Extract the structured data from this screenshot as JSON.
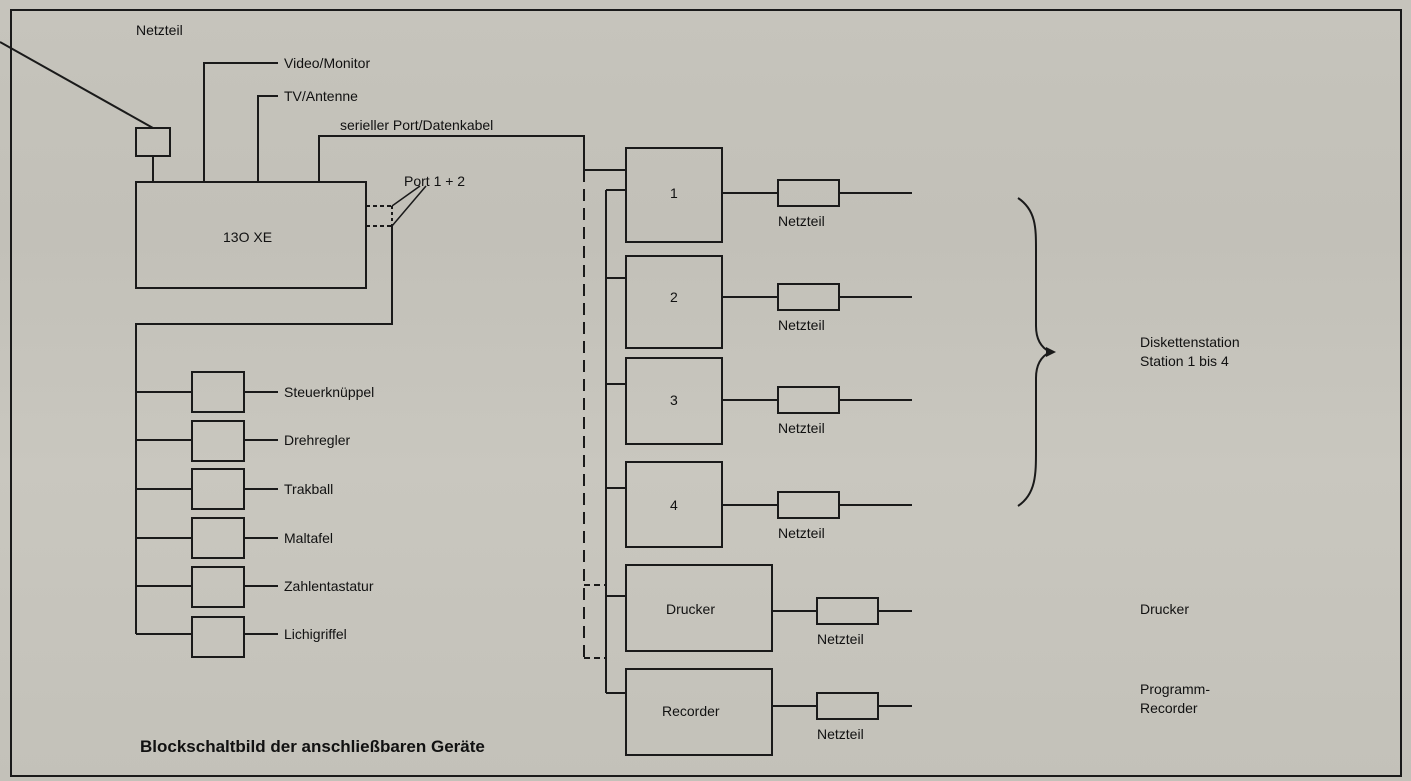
{
  "diagram": {
    "caption": "Blockschaltbild der anschließbaren Geräte",
    "top_labels": {
      "netzteil": "Netzteil",
      "video": "Video/Monitor",
      "tv": "TV/Antenne",
      "serial": "serieller Port/Datenkabel",
      "ports": "Port 1 + 2"
    },
    "computer_label": "13O XE",
    "port_devices": [
      {
        "label": "Steuerknüppel"
      },
      {
        "label": "Drehregler"
      },
      {
        "label": "Trakball"
      },
      {
        "label": "Maltafel"
      },
      {
        "label": "Zahlentastatur"
      },
      {
        "label": "Lichigriffel"
      }
    ],
    "drives": [
      {
        "label": "1",
        "psu": "Netzteil"
      },
      {
        "label": "2",
        "psu": "Netzteil"
      },
      {
        "label": "3",
        "psu": "Netzteil"
      },
      {
        "label": "4",
        "psu": "Netzteil"
      }
    ],
    "printer": {
      "label": "Drucker",
      "psu": "Netzteil"
    },
    "recorder": {
      "label": "Recorder",
      "psu": "Netzteil"
    },
    "right_labels": {
      "drives_line1": "Diskettenstation",
      "drives_line2": "Station 1 bis 4",
      "printer": "Drucker",
      "recorder_line1": "Programm-",
      "recorder_line2": "Recorder"
    }
  },
  "colors": {
    "ink": "#1a1a1a",
    "paper": "#c4c2ba"
  }
}
